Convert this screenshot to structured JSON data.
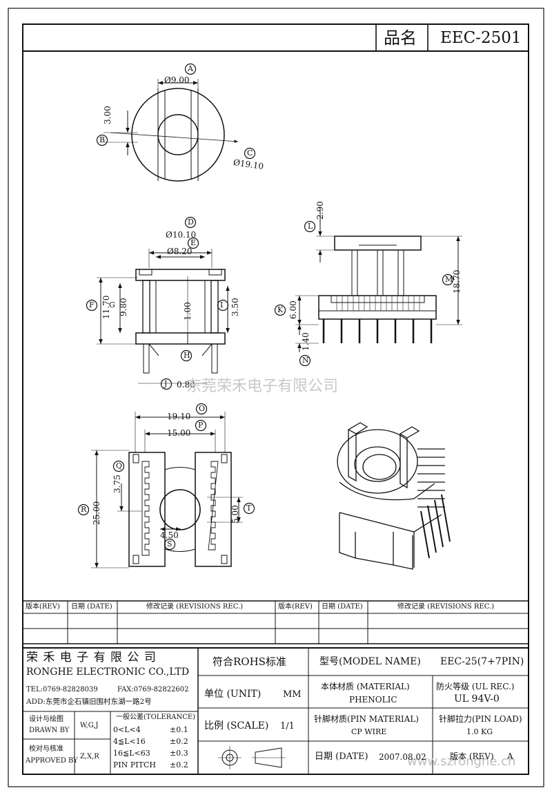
{
  "header": {
    "label": "品名",
    "part_number": "EEC-2501"
  },
  "dims": {
    "a": "A",
    "a_val": "Ø9.00",
    "b": "B",
    "b_val": "3.00",
    "c": "C",
    "c_val": "Ø19.10",
    "d": "D",
    "d_val": "Ø10.10",
    "e": "E",
    "e_val": "Ø8.20",
    "f": "F",
    "f_val": "11.70",
    "g": "G",
    "g_val": "9.80",
    "h": "H",
    "h_val": "1.00",
    "i": "I",
    "i_val": "3.50",
    "j": "J",
    "j_val": "0.80",
    "k": "K",
    "k_val": "6.00",
    "l": "L",
    "l_val": "2.90",
    "m": "M",
    "m_val": "18.70",
    "n": "N",
    "n_val": "1.40",
    "o": "O",
    "o_val": "19.10",
    "p": "P",
    "p_val": "15.00",
    "q": "Q",
    "q_val": "3.75",
    "r": "R",
    "r_val": "25.00",
    "s": "S",
    "s_val": "4.50",
    "t": "T",
    "t_val": "5.00"
  },
  "watermark": {
    "company": "东莞荣禾电子有限公司",
    "url": "www.szronghe.cn"
  },
  "revisions": {
    "rev": "版本(REV)",
    "date": "日期 (DATE)",
    "rec": "修改记录 (REVISIONS REC.)"
  },
  "title_block": {
    "company_cn": "荣 禾 电 子 有 限 公 司",
    "company_en": "RONGHE ELECTRONIC CO.,LTD",
    "tel": "TEL:0769-82828039",
    "fax": "FAX:0769-82822602",
    "address": "ADD:东莞市企石镇旧围村东湖一路2号",
    "drawn_cn": "设计与绘图",
    "drawn_en": "DRAWN BY",
    "drawn_val": "W,G,J",
    "approved_cn": "校对与核准",
    "approved_en": "APPROVED BY",
    "approved_val": "Z,X,R",
    "tol_title": "一般公差(TOLERANCE)",
    "tol_rows": [
      {
        "range": "0<L<4",
        "val": "±0.1"
      },
      {
        "range": "4≦L<16",
        "val": "±0.2"
      },
      {
        "range": "16≦L<63",
        "val": "±0.3"
      },
      {
        "range": "PIN PITCH",
        "val": "±0.2"
      }
    ],
    "rohs": "符合ROHS标准",
    "unit_label": "单位 (UNIT)",
    "unit_val": "MM",
    "scale_label": "比例 (SCALE)",
    "scale_val": "1/1",
    "model_label": "型号(MODEL NAME)",
    "model_val": "EEC-25(7+7PIN)",
    "material_label": "本体材质 (MATERIAL)",
    "material_val": "PHENOLIC",
    "ul_label": "防火等级 (UL REC.)",
    "ul_val": "UL 94V-0",
    "pin_mat_label": "针脚材质(PIN MATERIAL)",
    "pin_mat_val": "CP WIRE",
    "pin_load_label": "针脚拉力(PIN LOAD)",
    "pin_load_val": "1.0 KG",
    "date_label": "日期 (DATE)",
    "date_val": "2007.08.02",
    "rev_label": "版本 (REV)",
    "rev_val": "A"
  }
}
